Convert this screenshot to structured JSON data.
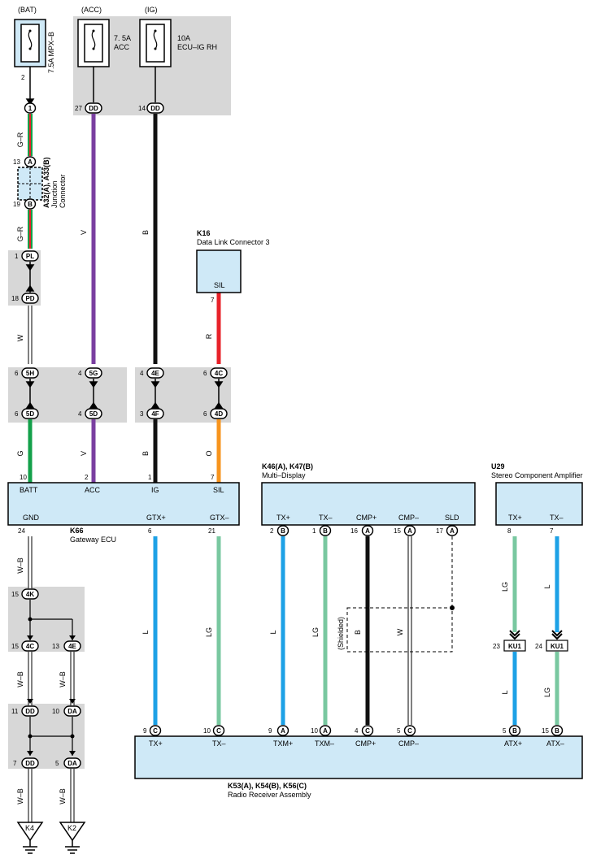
{
  "sources": {
    "bat": "(BAT)",
    "acc": "(ACC)",
    "ig": "(IG)"
  },
  "fuses": {
    "bat": {
      "line1": "7.5A MPX–B"
    },
    "acc": {
      "line1": "7. 5A",
      "line2": "ACC"
    },
    "ig": {
      "line1": "10A",
      "line2": "ECU–IG RH"
    }
  },
  "junction": {
    "code": "A32(A), A33(B)",
    "line1": "Junction",
    "line2": "Connector"
  },
  "k16": {
    "code": "K16",
    "name": "Data Link Connector 3",
    "terminal": "SIL"
  },
  "k66": {
    "code": "K66",
    "name": "Gateway ECU",
    "top_terms": [
      "BATT",
      "ACC",
      "IG",
      "SIL"
    ],
    "bottom_terms": [
      "GND",
      "GTX+",
      "GTX–"
    ]
  },
  "multi": {
    "code": "K46(A), K47(B)",
    "name": "Multi–Display",
    "terms": [
      "TX+",
      "TX–",
      "CMP+",
      "CMP–",
      "SLD"
    ]
  },
  "u29": {
    "code": "U29",
    "name": "Stereo Component Amplifier",
    "terms": [
      "TX+",
      "TX–"
    ]
  },
  "radio": {
    "code": "K53(A), K54(B), K56(C)",
    "name": "Radio Receiver Assembly",
    "terms": [
      "TX+",
      "TX–",
      "TXM+",
      "TXM–",
      "CMP+",
      "CMP–",
      "ATX+",
      "ATX–"
    ]
  },
  "shielded": "(Shielded)",
  "grounds": [
    "K4",
    "K2"
  ],
  "connectors": [
    {
      "id": "c1",
      "text": "1"
    },
    {
      "id": "c27dd",
      "text": "DD"
    },
    {
      "id": "c14dd",
      "text": "DD"
    },
    {
      "id": "cA",
      "text": "A"
    },
    {
      "id": "cB",
      "text": "B"
    },
    {
      "id": "cPL",
      "text": "PL"
    },
    {
      "id": "cPD",
      "text": "PD"
    },
    {
      "id": "c5H",
      "text": "5H"
    },
    {
      "id": "c5G",
      "text": "5G"
    },
    {
      "id": "c4E1",
      "text": "4E"
    },
    {
      "id": "c4C1",
      "text": "4C"
    },
    {
      "id": "c5D1",
      "text": "5D"
    },
    {
      "id": "c5D2",
      "text": "5D"
    },
    {
      "id": "c4F",
      "text": "4F"
    },
    {
      "id": "c4D",
      "text": "4D"
    },
    {
      "id": "c4K",
      "text": "4K"
    },
    {
      "id": "c4C2",
      "text": "4C"
    },
    {
      "id": "c4E2",
      "text": "4E"
    },
    {
      "id": "cDD11",
      "text": "DD"
    },
    {
      "id": "cDA10",
      "text": "DA"
    },
    {
      "id": "cDD7",
      "text": "DD"
    },
    {
      "id": "cDA5",
      "text": "DA"
    },
    {
      "id": "mB2",
      "text": "B"
    },
    {
      "id": "mB1",
      "text": "B"
    },
    {
      "id": "mA16",
      "text": "A"
    },
    {
      "id": "mA15",
      "text": "A"
    },
    {
      "id": "mA17",
      "text": "A"
    },
    {
      "id": "rC9",
      "text": "C"
    },
    {
      "id": "rC10",
      "text": "C"
    },
    {
      "id": "rA9",
      "text": "A"
    },
    {
      "id": "rA10",
      "text": "A"
    },
    {
      "id": "rC4",
      "text": "C"
    },
    {
      "id": "rC5",
      "text": "C"
    },
    {
      "id": "rB5",
      "text": "B"
    },
    {
      "id": "rB15",
      "text": "B"
    },
    {
      "id": "ku1a",
      "text": "KU1"
    },
    {
      "id": "ku1b",
      "text": "KU1"
    }
  ],
  "pins": [
    "2",
    "27",
    "14",
    "13",
    "19",
    "1",
    "18",
    "6",
    "4",
    "4",
    "6",
    "6",
    "4",
    "3",
    "6",
    "7",
    "10",
    "2",
    "1",
    "7",
    "24",
    "6",
    "21",
    "2",
    "1",
    "16",
    "15",
    "17",
    "8",
    "7",
    "15",
    "15",
    "13",
    "11",
    "10",
    "7",
    "5",
    "23",
    "24",
    "9",
    "10",
    "9",
    "10",
    "4",
    "5",
    "5",
    "15"
  ],
  "wire_colors": {
    "gr1": "G–R",
    "gr2": "G–R",
    "w": "W",
    "g": "G",
    "v1": "V",
    "v2": "V",
    "b1": "B",
    "b2": "B",
    "r": "R",
    "o": "O",
    "wb1": "W–B",
    "wb2": "W–B",
    "wb3": "W–B",
    "wb4": "W–B",
    "wb5": "W–B",
    "wb6": "W–B",
    "l1": "L",
    "lg1": "LG",
    "l2": "L",
    "lg2": "LG",
    "b3": "B",
    "w2": "W",
    "lg3": "LG",
    "l3": "L",
    "l4": "L",
    "lg4": "LG"
  },
  "palette": {
    "violet": "#7a3fa0",
    "black": "#111111",
    "red": "#e8222a",
    "orange": "#f7941d",
    "green": "#13a04a",
    "blue": "#1da1e6",
    "lightgreen": "#79c8a0",
    "box": "#cfe9f7",
    "shade": "#d9d9d9"
  }
}
